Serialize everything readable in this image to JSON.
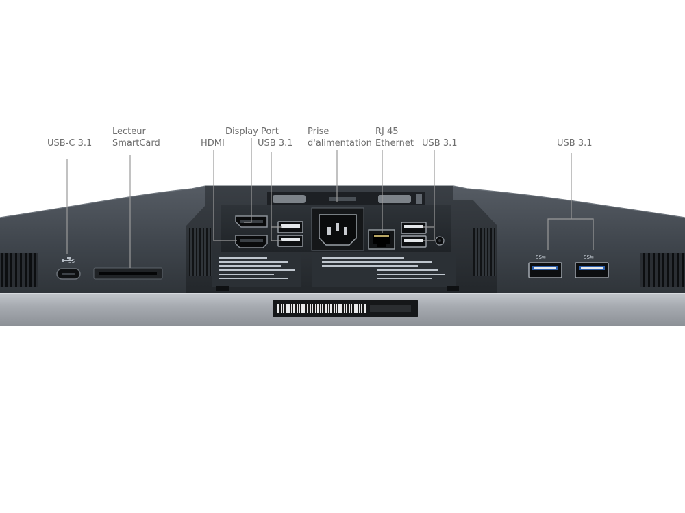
{
  "labels": {
    "usbc": "USB-C 3.1",
    "smartcard_line1": "Lecteur",
    "smartcard_line2": "SmartCard",
    "hdmi": "HDMI",
    "displayport": "Display Port",
    "usb_center_left": "USB 3.1",
    "power_line1": "Prise",
    "power_line2": "d'alimentation",
    "rj45_line1": "RJ 45",
    "rj45_line2": "Ethernet",
    "usb_center_right": "USB 3.1",
    "usb_right": "USB 3.1"
  },
  "colors": {
    "label_text": "#6f6f6f",
    "leader_line": "#9a9a9a",
    "chassis_dark": "#34393f",
    "chassis_mid": "#4a5058",
    "bezel_silver": "#a9adb3",
    "port_bay": "#26292d",
    "usb_blue": "#2c5da8"
  },
  "icons": [
    "usb-c-icon",
    "usb-ss-icon",
    "barcode-icon"
  ]
}
